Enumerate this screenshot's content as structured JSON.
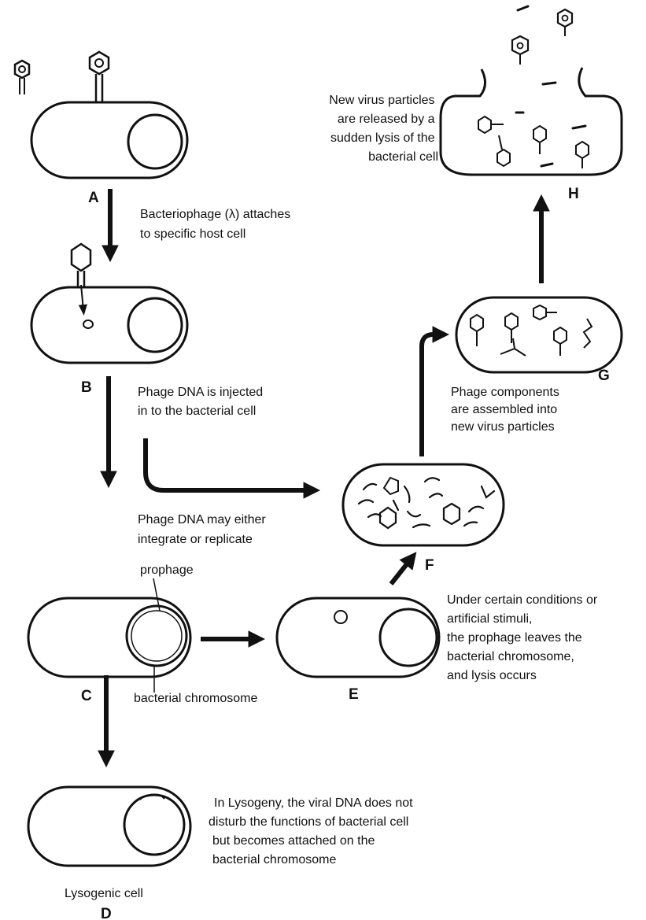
{
  "letters": {
    "a": "A",
    "b": "B",
    "c": "C",
    "d": "D",
    "e": "E",
    "f": "F",
    "g": "G",
    "h": "H"
  },
  "captions": {
    "attach": [
      "Bacteriophage (λ) attaches",
      "to specific host cell"
    ],
    "inject": [
      "Phage DNA is injected",
      "in to  the bacterial cell"
    ],
    "integrate": [
      "Phage DNA may either",
      "integrate or replicate"
    ],
    "prophage": "prophage",
    "chromosome": "bacterial chromosome",
    "conditions": [
      "Under certain conditions or",
      "artificial  stimuli,",
      "the prophage leaves the",
      "bacterial chromosome,",
      "and lysis  occurs"
    ],
    "assemble": [
      "Phage components",
      "are assembled  into",
      "new virus particles"
    ],
    "release": [
      "New virus particles",
      "are released by  a",
      "sudden lysis of the",
      "bacterial cell"
    ],
    "lysogeny": [
      "In Lysogeny,  the viral DNA does not",
      "disturb  the  functions of bacterial cell",
      "but  becomes attached on the",
      "bacterial  chromosome"
    ],
    "lysogenic": "Lysogenic cell"
  }
}
